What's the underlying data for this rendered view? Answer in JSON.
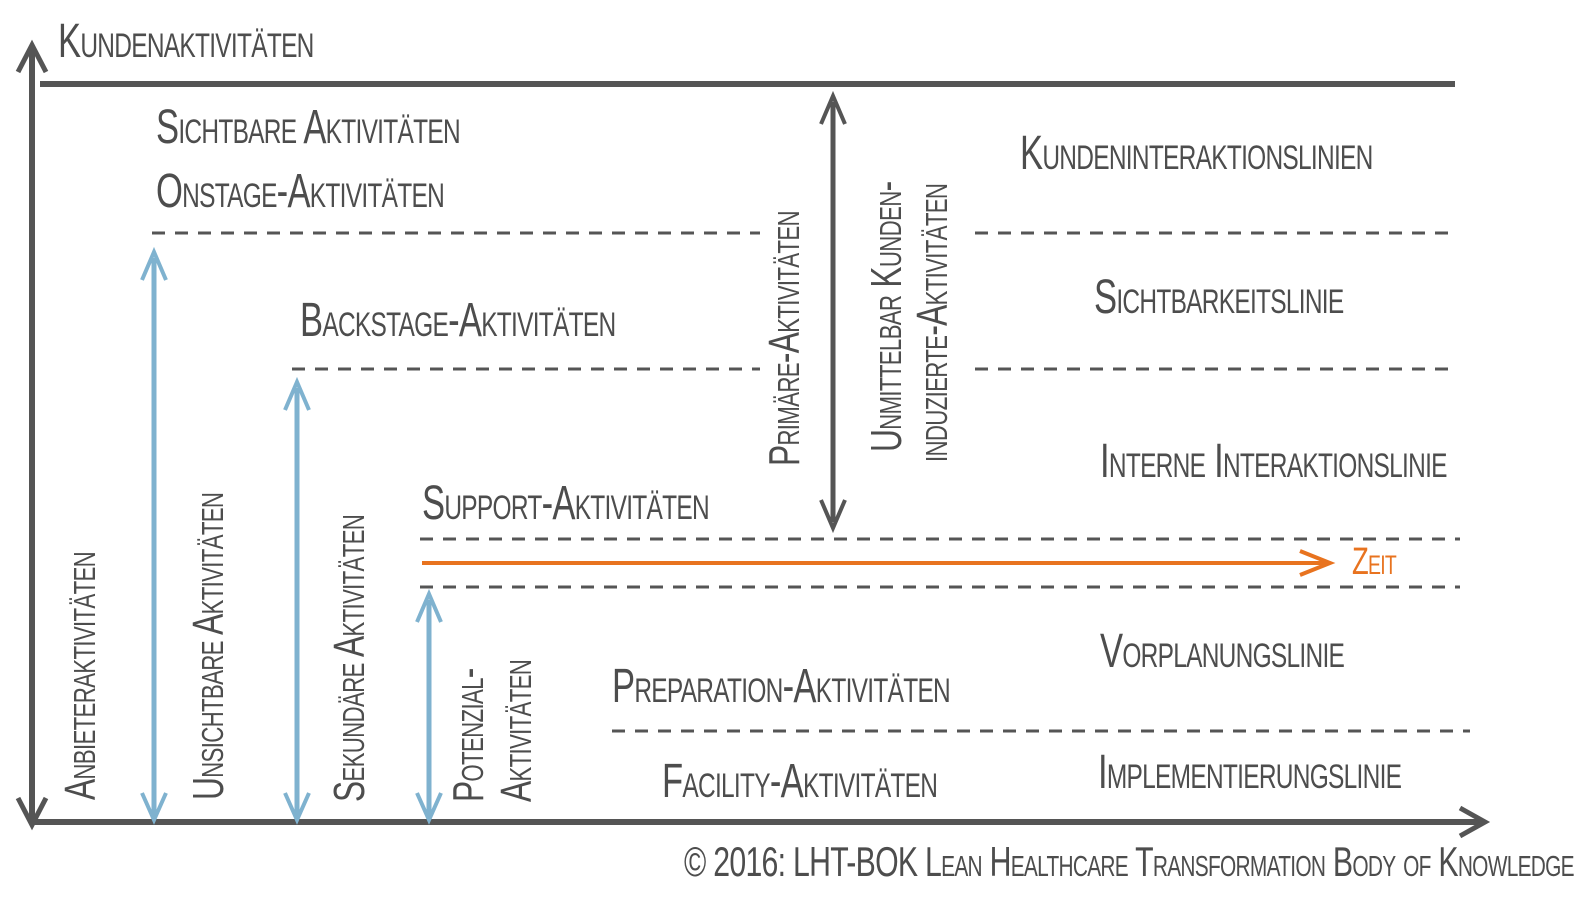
{
  "diagram": {
    "top_axis_label": "Kundenaktivitäten",
    "left_axis_label": "Anbieteraktivitäten",
    "visible_label": "Sichtbare Aktivitäten",
    "onstage_label": "Onstage-Aktivitäten",
    "backstage_label": "Backstage-Aktivitäten",
    "support_label": "Support-Aktivitäten",
    "preparation_label": "Preparation-Aktivitäten",
    "facility_label": "Facility-Aktivitäten",
    "invisible_label": "Unsichtbare Aktivitäten",
    "secondary_label": "Sekundäre Aktivitäten",
    "potential_label_line1": "Potenzial-",
    "potential_label_line2": "Aktivitäten",
    "primary_label": "Primäre-Aktivitäten",
    "induced_label_line1": "Unmittelbar Kunden-",
    "induced_label_line2": "induzierte-Aktivitäten",
    "line_customer_interaction": "Kundeninteraktionslinien",
    "line_visibility": "Sichtbarkeitslinie",
    "line_internal_interaction": "Interne Interaktionslinie",
    "time_label": "Zeit",
    "line_preplanning": "Vorplanungslinie",
    "line_implementation": "Implementierungslinie",
    "copyright": "© 2016: LHT-BOK Lean Healthcare Transformation Body of Knowledge"
  },
  "colors": {
    "axis": "#555555",
    "dashed": "#555555",
    "blue_arrow": "#7fb2cf",
    "time_arrow": "#e8731f",
    "text": "#4d4d4d"
  }
}
